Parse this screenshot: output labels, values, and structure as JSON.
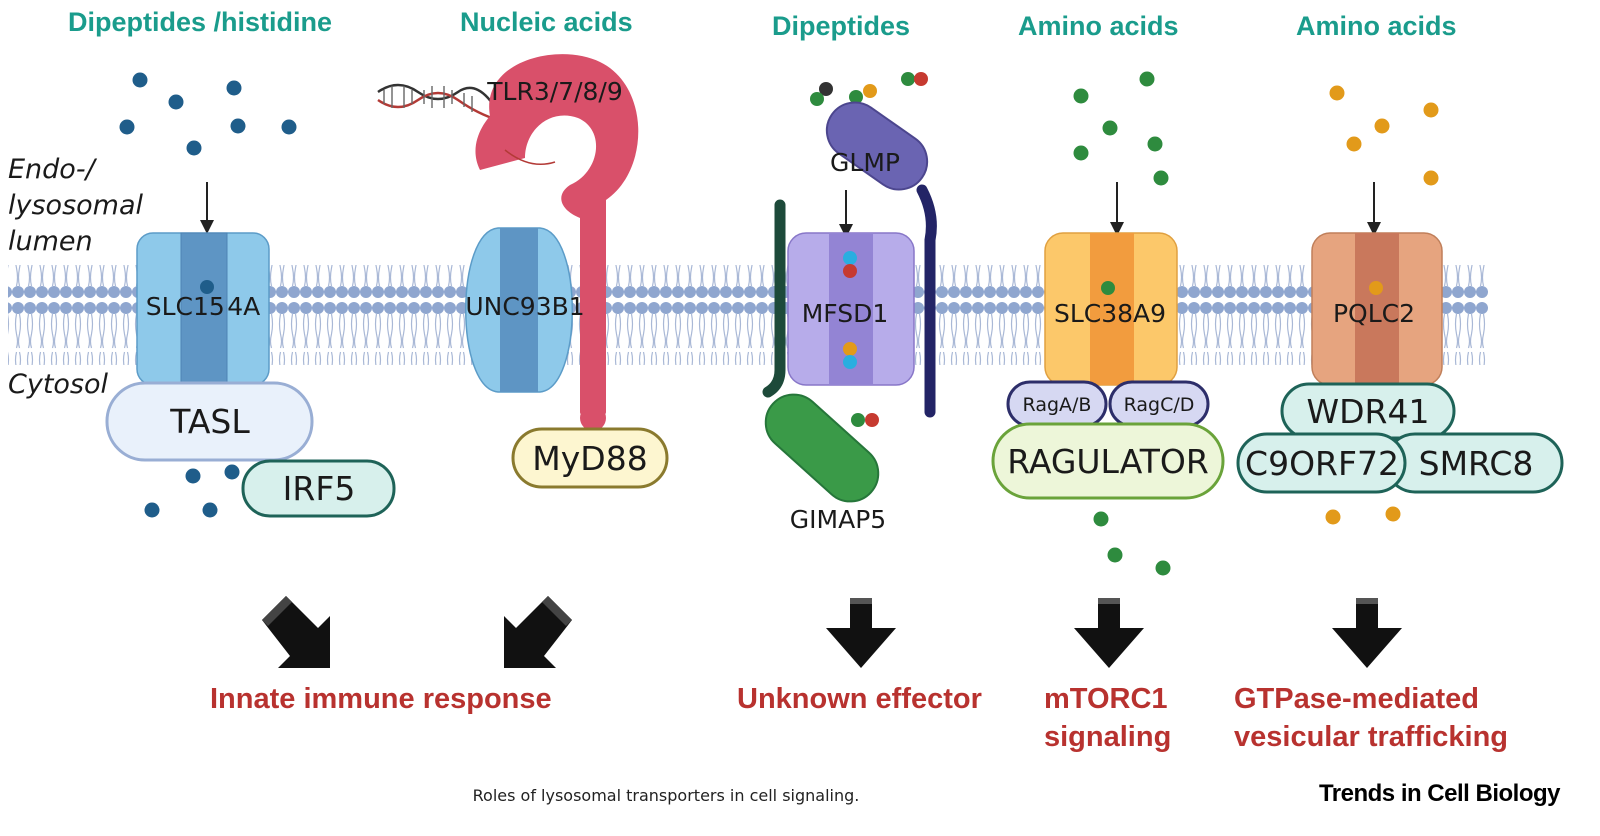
{
  "headers": {
    "dipeptides_histidine": "Dipeptides /histidine",
    "nucleic_acids": "Nucleic acids",
    "dipeptides": "Dipeptides",
    "amino_acids_1": "Amino acids",
    "amino_acids_2": "Amino acids"
  },
  "compartments": {
    "lumen_line1": "Endo-/",
    "lumen_line2": "lysosomal",
    "lumen_line3": "lumen",
    "cytosol": "Cytosol"
  },
  "proteins": {
    "slc15a4": "SLC15 4A",
    "tasl": "TASL",
    "irf5": "IRF5",
    "tlr": "TLR3/7/8/9",
    "unc93b1": "UNC93B1",
    "myd88": "MyD88",
    "glmp": "GLMP",
    "mfsd1": "MFSD1",
    "gimap5": "GIMAP5",
    "slc38a9": "SLC38A9",
    "raga_b": "RagA/B",
    "ragc_d": "RagC/D",
    "ragulator": "RAGULATOR",
    "pqlc2": "PQLC2",
    "wdr41": "WDR41",
    "c9orf72": "C9ORF72",
    "smcr8": "SMRC8"
  },
  "outcomes": {
    "innate_immune": "Innate immune response",
    "unknown_effector": "Unknown effector",
    "mtorc1_line1": "mTORC1",
    "mtorc1_line2": "signaling",
    "gtpase_line1": "GTPase-mediated",
    "gtpase_line2": "vesicular trafficking"
  },
  "caption": "Roles of lysosomal transporters in cell signaling.",
  "brand": "Trends in Cell Biology",
  "colors": {
    "header_teal": "#1a9c8c",
    "outcome_red": "#b8322f",
    "membrane_blue": "#8fa6cf",
    "tlr_pink": "#d9506a"
  }
}
